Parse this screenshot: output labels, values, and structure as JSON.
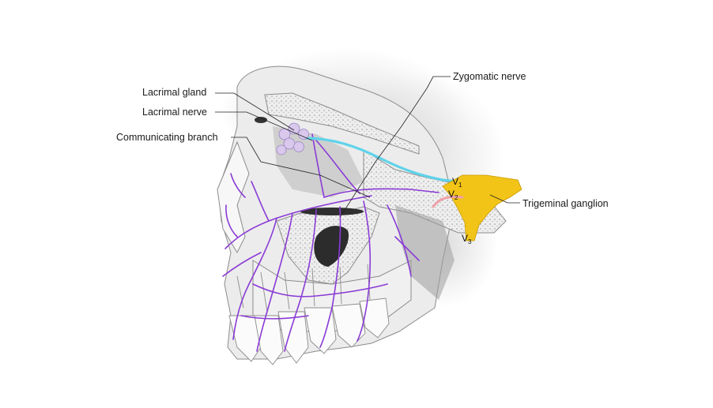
{
  "labels": {
    "lacrimal_gland": "Lacrimal gland",
    "lacrimal_nerve": "Lacrimal nerve",
    "communicating_branch": "Communicating branch",
    "zygomatic_nerve": "Zygomatic nerve",
    "trigeminal_ganglion": "Trigeminal ganglion"
  },
  "divisions": {
    "v1": {
      "letter": "V",
      "sub": "1"
    },
    "v2": {
      "letter": "V",
      "sub": "2"
    },
    "v3": {
      "letter": "V",
      "sub": "3"
    }
  },
  "colors": {
    "lacrimal_nerve": "#5fd3ea",
    "zygomatic_branches": "#8a3bd6",
    "trigeminal_ganglion": "#f2c417",
    "lacrimal_gland": "#d9c8ec",
    "bone_outline": "#8c8c8c",
    "bone_fill": "#d6d6d6"
  }
}
